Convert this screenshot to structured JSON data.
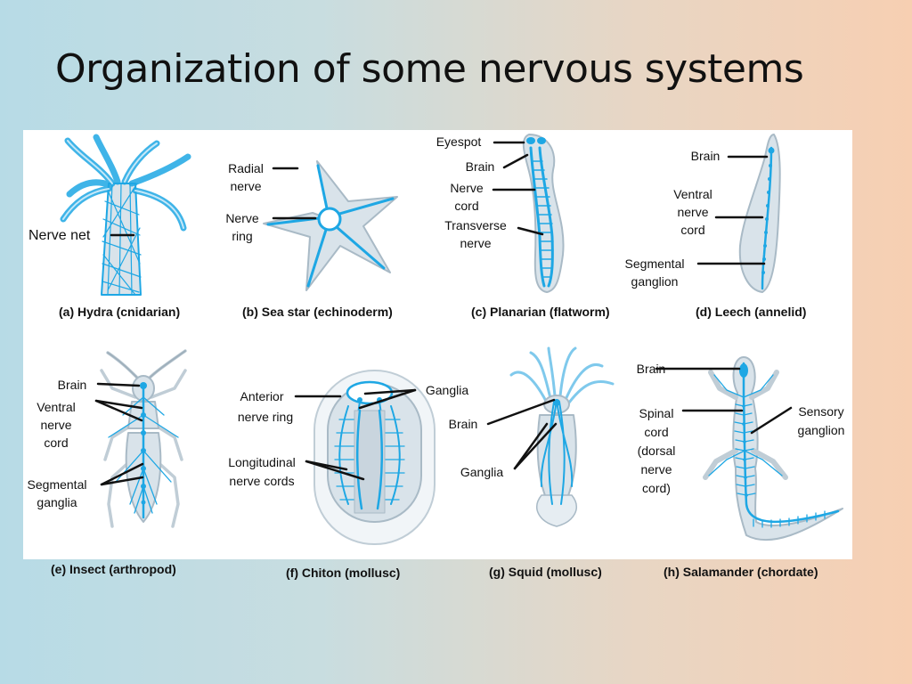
{
  "title": "Organization of some nervous systems",
  "colors": {
    "nerve": "#1ea7e4",
    "body": "#d9e3ea",
    "outline": "#a9bac6"
  },
  "panels": {
    "hydra": {
      "caption": "(a) Hydra (cnidarian)",
      "labels": {
        "nerve_net": "Nerve net"
      }
    },
    "sea_star": {
      "caption": "(b) Sea star (echinoderm)",
      "labels": {
        "radial_nerve_1": "Radial",
        "radial_nerve_2": "nerve",
        "nerve_ring_1": "Nerve",
        "nerve_ring_2": "ring"
      }
    },
    "planarian": {
      "caption": "(c) Planarian (flatworm)",
      "labels": {
        "eyespot": "Eyespot",
        "brain": "Brain",
        "nerve_cord_1": "Nerve",
        "nerve_cord_2": "cord",
        "transverse_1": "Transverse",
        "transverse_2": "nerve"
      }
    },
    "leech": {
      "caption": "(d) Leech (annelid)",
      "labels": {
        "brain": "Brain",
        "ventral_1": "Ventral",
        "ventral_2": "nerve",
        "ventral_3": "cord",
        "segmental_1": "Segmental",
        "segmental_2": "ganglion"
      }
    },
    "insect": {
      "caption": "(e) Insect (arthropod)",
      "labels": {
        "brain": "Brain",
        "ventral_1": "Ventral",
        "ventral_2": "nerve",
        "ventral_3": "cord",
        "segmental_1": "Segmental",
        "segmental_2": "ganglia"
      }
    },
    "chiton": {
      "caption": "(f) Chiton (mollusc)",
      "labels": {
        "anterior_1": "Anterior",
        "anterior_2": "nerve ring",
        "ganglia": "Ganglia",
        "longitudinal_1": "Longitudinal",
        "longitudinal_2": "nerve cords"
      }
    },
    "squid": {
      "caption": "(g) Squid (mollusc)",
      "labels": {
        "brain": "Brain",
        "ganglia": "Ganglia"
      }
    },
    "salamander": {
      "caption": "(h) Salamander (chordate)",
      "labels": {
        "brain": "Brain",
        "spinal_1": "Spinal",
        "spinal_2": "cord",
        "spinal_3": "(dorsal",
        "spinal_4": "nerve",
        "spinal_5": "cord)",
        "sensory_1": "Sensory",
        "sensory_2": "ganglion"
      }
    }
  }
}
